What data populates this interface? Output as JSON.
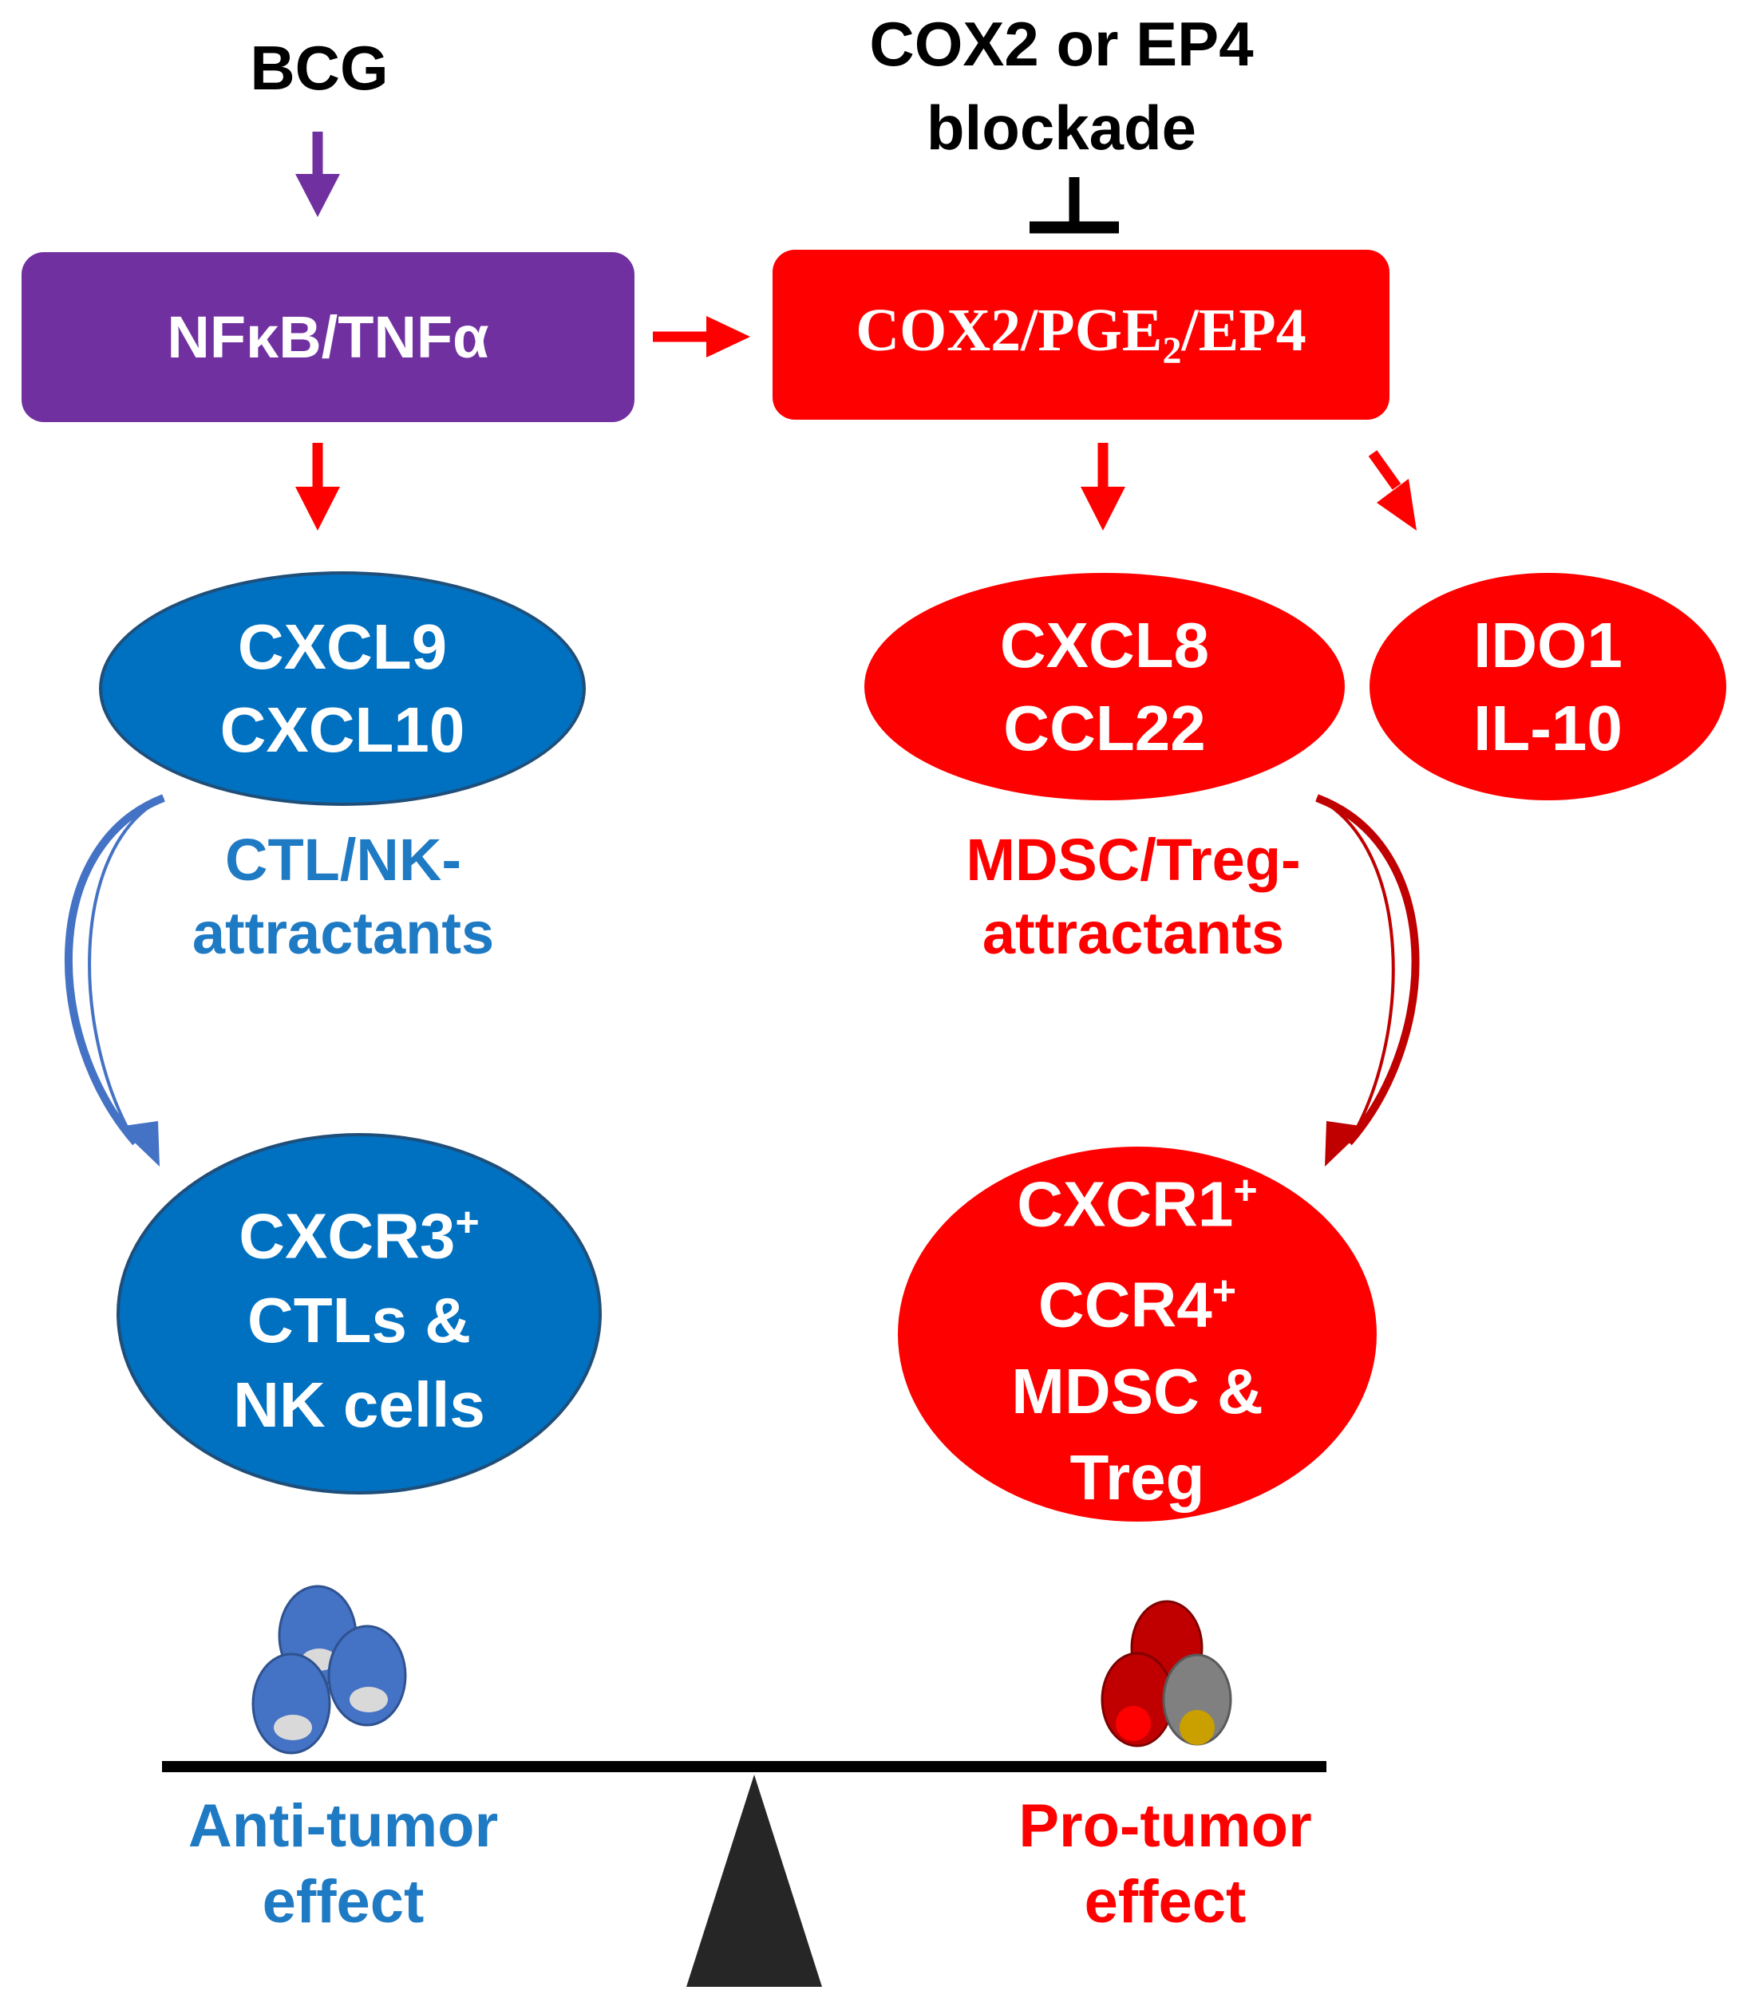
{
  "colors": {
    "purple": "#7030a0",
    "red": "#ff0000",
    "blue": "#0070c0",
    "blue_text": "#1f7ac4",
    "light_blue": "#4472c4",
    "dark_red": "#c00000",
    "black": "#000000"
  },
  "inputs": {
    "bcg": "BCG",
    "blockade_line1": "COX2 or EP4",
    "blockade_line2": "blockade"
  },
  "boxes": {
    "nfkb": "NFκB/TNFα",
    "cox_part1": "COX2/PGE",
    "cox_sub": "2",
    "cox_part2": "/EP4"
  },
  "chemokines": {
    "blue_line1": "CXCL9",
    "blue_line2": "CXCL10",
    "red_line1": "CXCL8",
    "red_line2": "CCL22",
    "ido_line1": "IDO1",
    "ido_line2": "IL-10"
  },
  "attractants": {
    "blue_line1": "CTL/NK-",
    "blue_line2": "attractants",
    "red_line1": "MDSC/Treg-",
    "red_line2": "attractants"
  },
  "cells": {
    "blue_line1": "CXCR3",
    "blue_sup": "+",
    "blue_line2": "CTLs &",
    "blue_line3": "NK cells",
    "red_line1": "CXCR1",
    "red_sup1": "+",
    "red_line2": "CCR4",
    "red_sup2": "+",
    "red_line3": "MDSC &",
    "red_line4": "Treg"
  },
  "effects": {
    "anti_line1": "Anti-tumor",
    "anti_line2": "effect",
    "pro_line1": "Pro-tumor",
    "pro_line2": "effect"
  }
}
